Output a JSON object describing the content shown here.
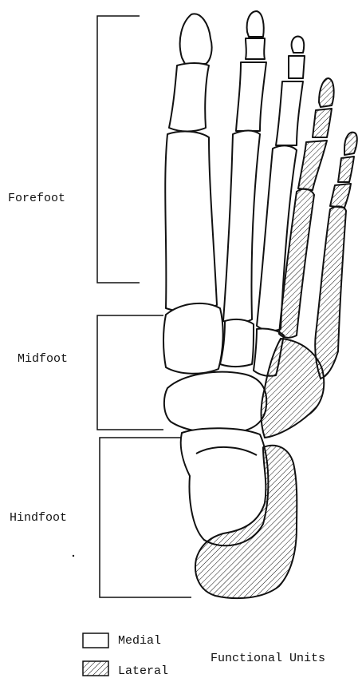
{
  "regions": {
    "forefoot": "Forefoot",
    "midfoot": "Midfoot",
    "hindfoot": "Hindfoot"
  },
  "legend": {
    "medial": "Medial",
    "lateral": "Lateral",
    "caption": "Functional Units"
  },
  "colors": {
    "ink": "#111111",
    "background": "#ffffff"
  }
}
